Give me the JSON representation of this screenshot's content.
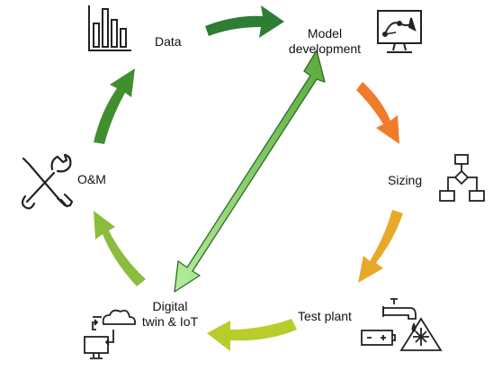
{
  "nodes": {
    "data": "Data",
    "model_line1": "Model",
    "model_line2": "development",
    "sizing": "Sizing",
    "test_plant": "Test plant",
    "digital_line1": "Digital",
    "digital_line2": "twin & IoT",
    "om": "O&M"
  },
  "arrow_colors": {
    "data_to_model": "#2e7d32",
    "model_to_sizing": "#f07b2b",
    "sizing_to_test": "#e8a92a",
    "test_to_digital": "#b8cc2c",
    "digital_to_om": "#8bbd3c",
    "om_to_data": "#3f8f2f",
    "diagonal": "#9fdc7e"
  },
  "icons": [
    "bar-chart-icon",
    "monitor-curve-icon",
    "flowchart-icon",
    "tap-battery-snow-icon",
    "cloud-computer-icon",
    "wrench-screwdriver-icon"
  ]
}
